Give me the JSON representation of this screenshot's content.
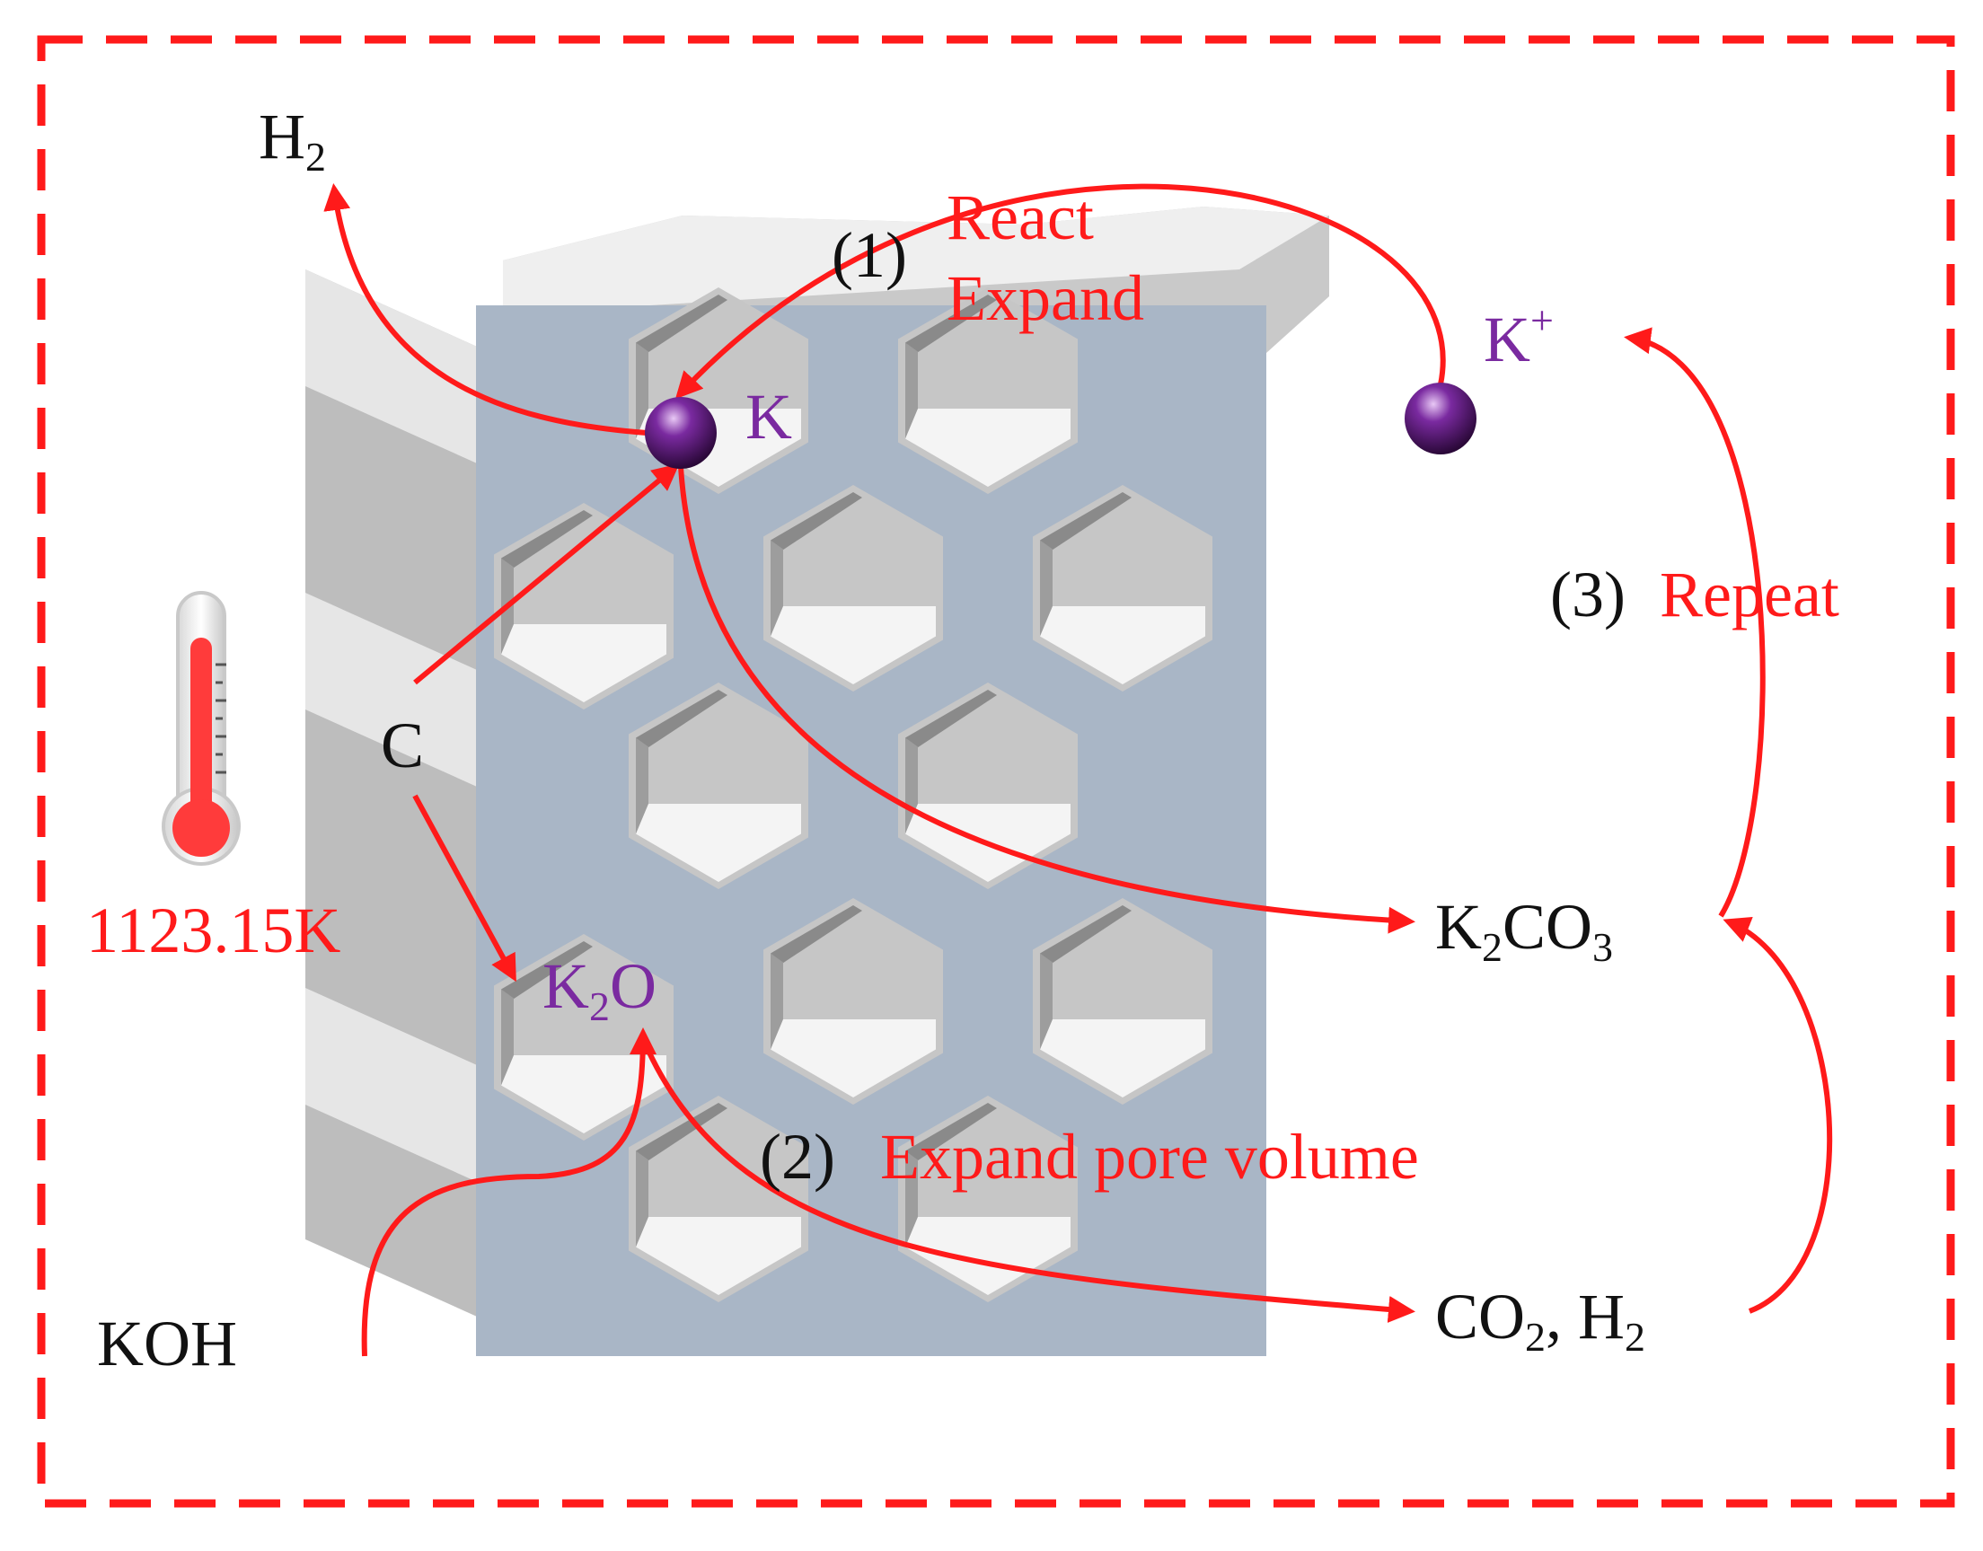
{
  "colors": {
    "frame": "#ff1a1a",
    "arrow": "#ff1a1a",
    "label_black": "#111111",
    "label_red": "#ff1a1a",
    "label_purple": "#7a2aa0",
    "honeycomb_frame": "#a9b6c6",
    "cell_face": "#c6c6c6",
    "cell_shadow": "#8a8a8a",
    "atom": "#5a1a78"
  },
  "icons": {
    "thermometer": "thermometer-icon",
    "atom": "potassium-atom-icon"
  },
  "labels": {
    "h2_top": {
      "main": "H",
      "sub": "2"
    },
    "step1_num": "(1)",
    "step1_react": "React",
    "step1_expand": "Expand",
    "k_atom": "K",
    "k_ion": {
      "main": "K",
      "sup": "+"
    },
    "step3_num": "(3)",
    "step3_text": "Repeat",
    "carbon": "C",
    "temperature": "1123.15K",
    "k2o": {
      "a": "K",
      "sub": "2",
      "b": "O"
    },
    "k2co3": {
      "a": "K",
      "sub1": "2",
      "b": "CO",
      "sub2": "3"
    },
    "step2_num": "(2)",
    "step2_text": "Expand pore volume",
    "koh": "KOH",
    "co2_h2": {
      "a": "CO",
      "sub1": "2",
      "b": ", H",
      "sub2": "2"
    }
  }
}
